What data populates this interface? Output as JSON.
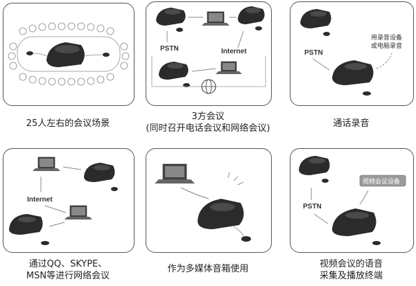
{
  "panels": [
    {
      "caption": [
        "25人左右的会议场景"
      ]
    },
    {
      "caption": [
        "3方会议",
        "(同时召开电话会议和网络会议)"
      ],
      "labels": {
        "pstn": "PSTN",
        "internet": "Internet"
      }
    },
    {
      "caption": [
        "通话录音"
      ],
      "labels": {
        "pstn": "PSTN",
        "record": [
          "用录音设备",
          "或电脑录音"
        ]
      }
    },
    {
      "caption": [
        "通过QQ、SKYPE、",
        "MSN等进行网络会议"
      ],
      "labels": {
        "internet": "Internet"
      }
    },
    {
      "caption": [
        "作为多媒体音箱使用"
      ]
    },
    {
      "caption": [
        "视频会议的语音",
        "采集及播放终端"
      ],
      "labels": {
        "pstn": "PSTN",
        "video": "视频会议设备"
      }
    }
  ],
  "colors": {
    "border": "#555555",
    "device": "#2b2b2b",
    "device_top": "#4a4a4a",
    "arrow": "#888888",
    "badge": "#9a9a9a"
  }
}
